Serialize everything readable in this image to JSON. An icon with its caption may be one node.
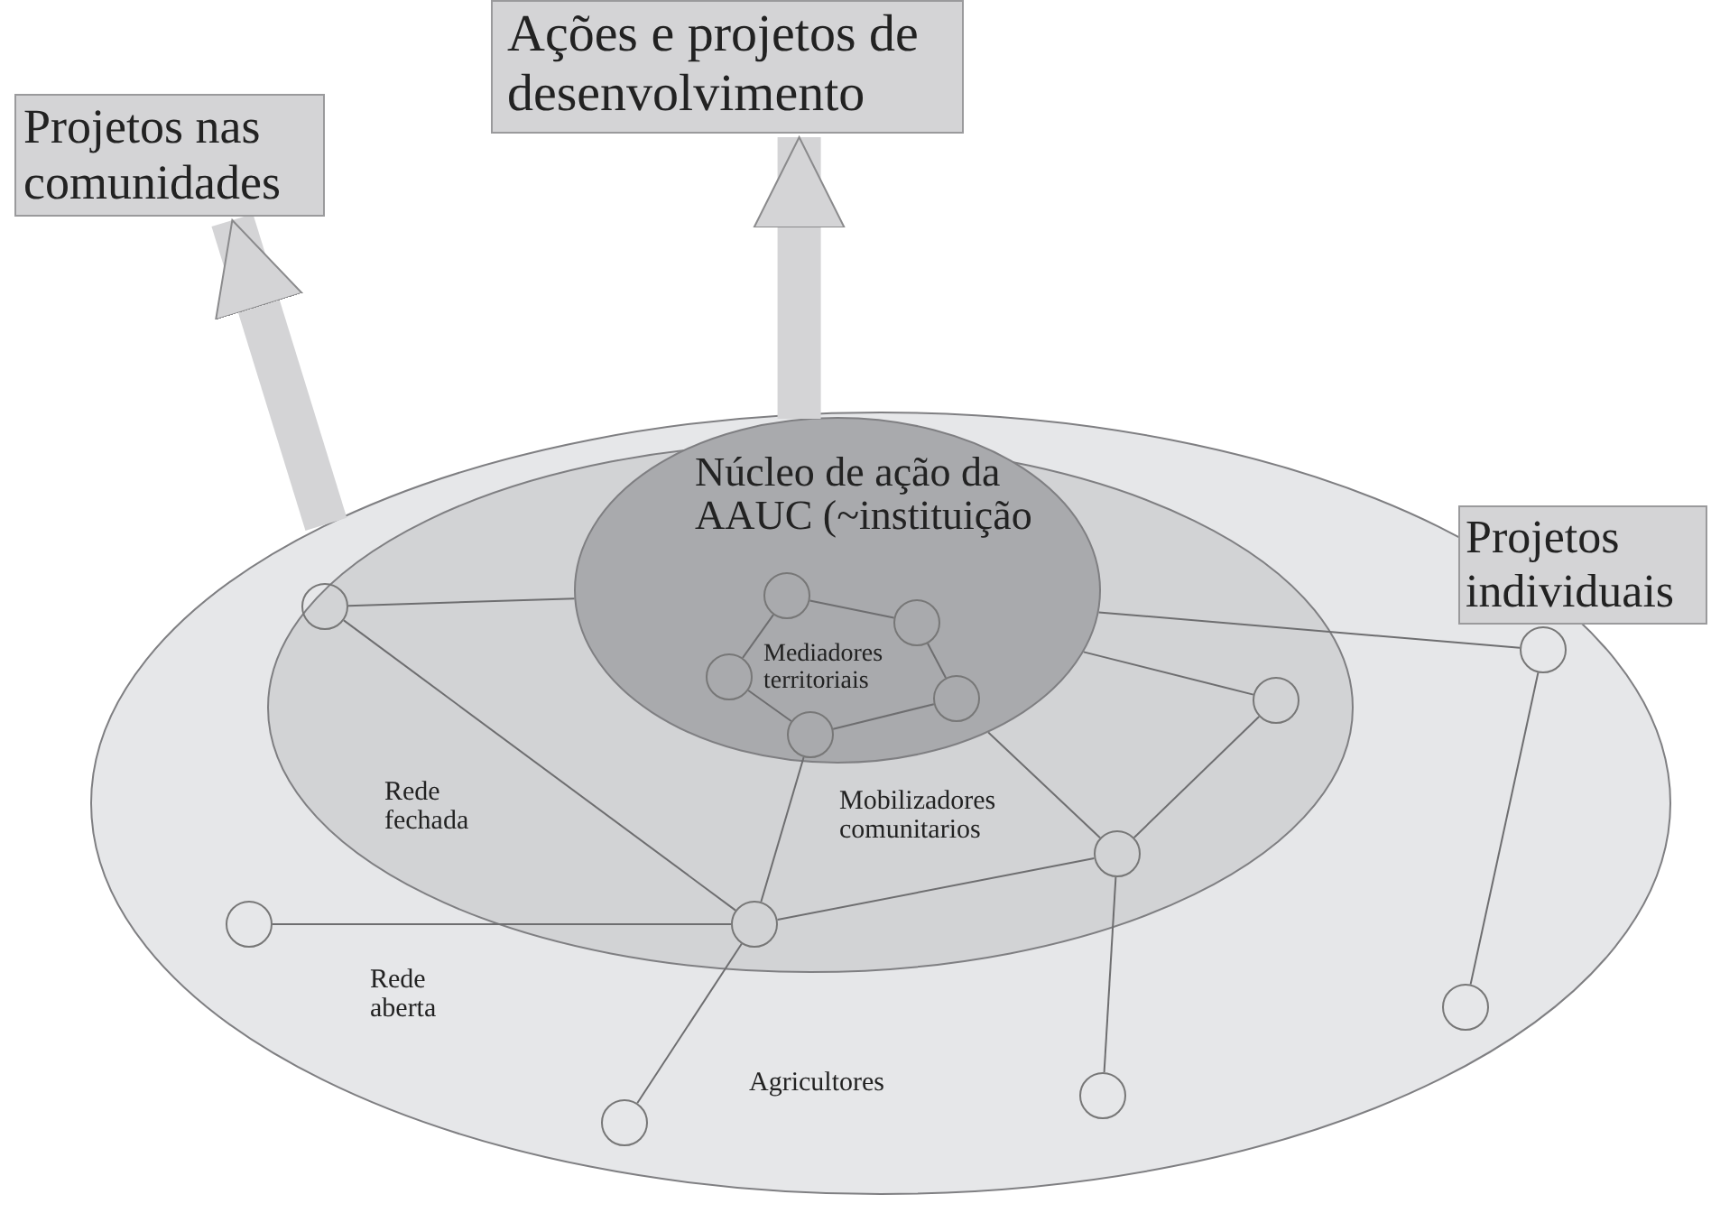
{
  "diagram": {
    "nodes": [
      {
        "text": [
          "Ações e projetos de desenvolvimento"
        ]
      },
      {
        "text": [
          "Projetos nas comunidades"
        ]
      },
      {
        "text": [
          "Projetos individuais"
        ]
      },
      {
        "text": [
          "Rede aberta",
          "Agricultores"
        ]
      },
      {
        "text": [
          "Rede fechada",
          "Mobilizadores comunitarios"
        ],
        "in": 3
      },
      {
        "text": [
          "Núcleo de ação da AAUC (~instituição",
          "Mediadores territoriais"
        ],
        "in": 3
      },
      {
        "text": [],
        "shape": "circle",
        "in": 4
      },
      {
        "text": [],
        "shape": "circle",
        "in": 5
      },
      {
        "text": [],
        "shape": "circle",
        "in": 5
      },
      {
        "text": [],
        "shape": "circle",
        "in": 5
      },
      {
        "text": [],
        "shape": "circle",
        "in": 5
      },
      {
        "text": [],
        "shape": "circle",
        "in": 5
      },
      {
        "text": [],
        "shape": "circle",
        "in": 3
      },
      {
        "text": [],
        "shape": "circle",
        "in": 4
      },
      {
        "text": [],
        "shape": "circle",
        "in": 4
      },
      {
        "text": [],
        "shape": "circle",
        "in": 3
      },
      {
        "text": [],
        "shape": "circle",
        "in": 4
      },
      {
        "text": [],
        "shape": "circle",
        "in": 3
      },
      {
        "text": [],
        "shape": "circle",
        "in": 3
      },
      {
        "text": [],
        "shape": "circle",
        "in": 3
      }
    ],
    "edges": [
      {
        "from": 5,
        "to": 0,
        "arrow": "to",
        "style": "thick",
        "color": "#d4d4d6"
      },
      {
        "from": 3,
        "to": 1,
        "arrow": "to",
        "style": "thick",
        "color": "#d4d4d6"
      },
      {
        "from": 6,
        "to": 5,
        "arrow": "none"
      },
      {
        "from": 6,
        "to": 14,
        "arrow": "none"
      },
      {
        "from": 9,
        "to": 7,
        "arrow": "none"
      },
      {
        "from": 7,
        "to": 8,
        "arrow": "none"
      },
      {
        "from": 8,
        "to": 10,
        "arrow": "none"
      },
      {
        "from": 10,
        "to": 11,
        "arrow": "none"
      },
      {
        "from": 9,
        "to": 11,
        "arrow": "none"
      },
      {
        "from": 11,
        "to": 14,
        "arrow": "none"
      },
      {
        "from": 5,
        "to": 12,
        "arrow": "none"
      },
      {
        "from": 5,
        "to": 13,
        "arrow": "none"
      },
      {
        "from": 5,
        "to": 16,
        "arrow": "none"
      },
      {
        "from": 13,
        "to": 16,
        "arrow": "none"
      },
      {
        "from": 16,
        "to": 14,
        "arrow": "none"
      },
      {
        "from": 16,
        "to": 18,
        "arrow": "none"
      },
      {
        "from": 15,
        "to": 14,
        "arrow": "none"
      },
      {
        "from": 14,
        "to": 19,
        "arrow": "none"
      },
      {
        "from": 12,
        "to": 17,
        "arrow": "none"
      }
    ]
  }
}
